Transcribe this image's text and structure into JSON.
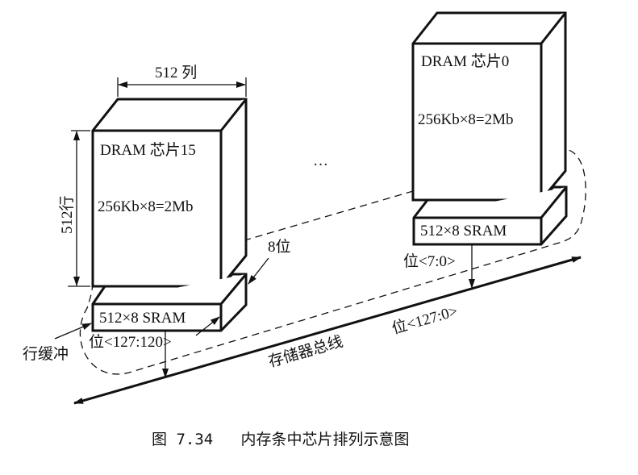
{
  "figure": {
    "caption": "图 7.34   内存条中芯片排列示意图",
    "ellipsis": "…",
    "chip_left": {
      "dram_label": "DRAM 芯片15",
      "capacity": "256Kb×8=2Mb",
      "sram_label": "512×8 SRAM",
      "columns_label": "512 列",
      "rows_label": "512行",
      "bits_label": "8位",
      "row_buffer_label": "行缓冲",
      "output_bits": "位<127:120>"
    },
    "chip_right": {
      "dram_label": "DRAM 芯片0",
      "capacity": "256Kb×8=2Mb",
      "sram_label": "512×8 SRAM",
      "output_bits": "位<7:0>"
    },
    "bus": {
      "label": "存储器总线",
      "bits": "位<127:0>"
    }
  }
}
